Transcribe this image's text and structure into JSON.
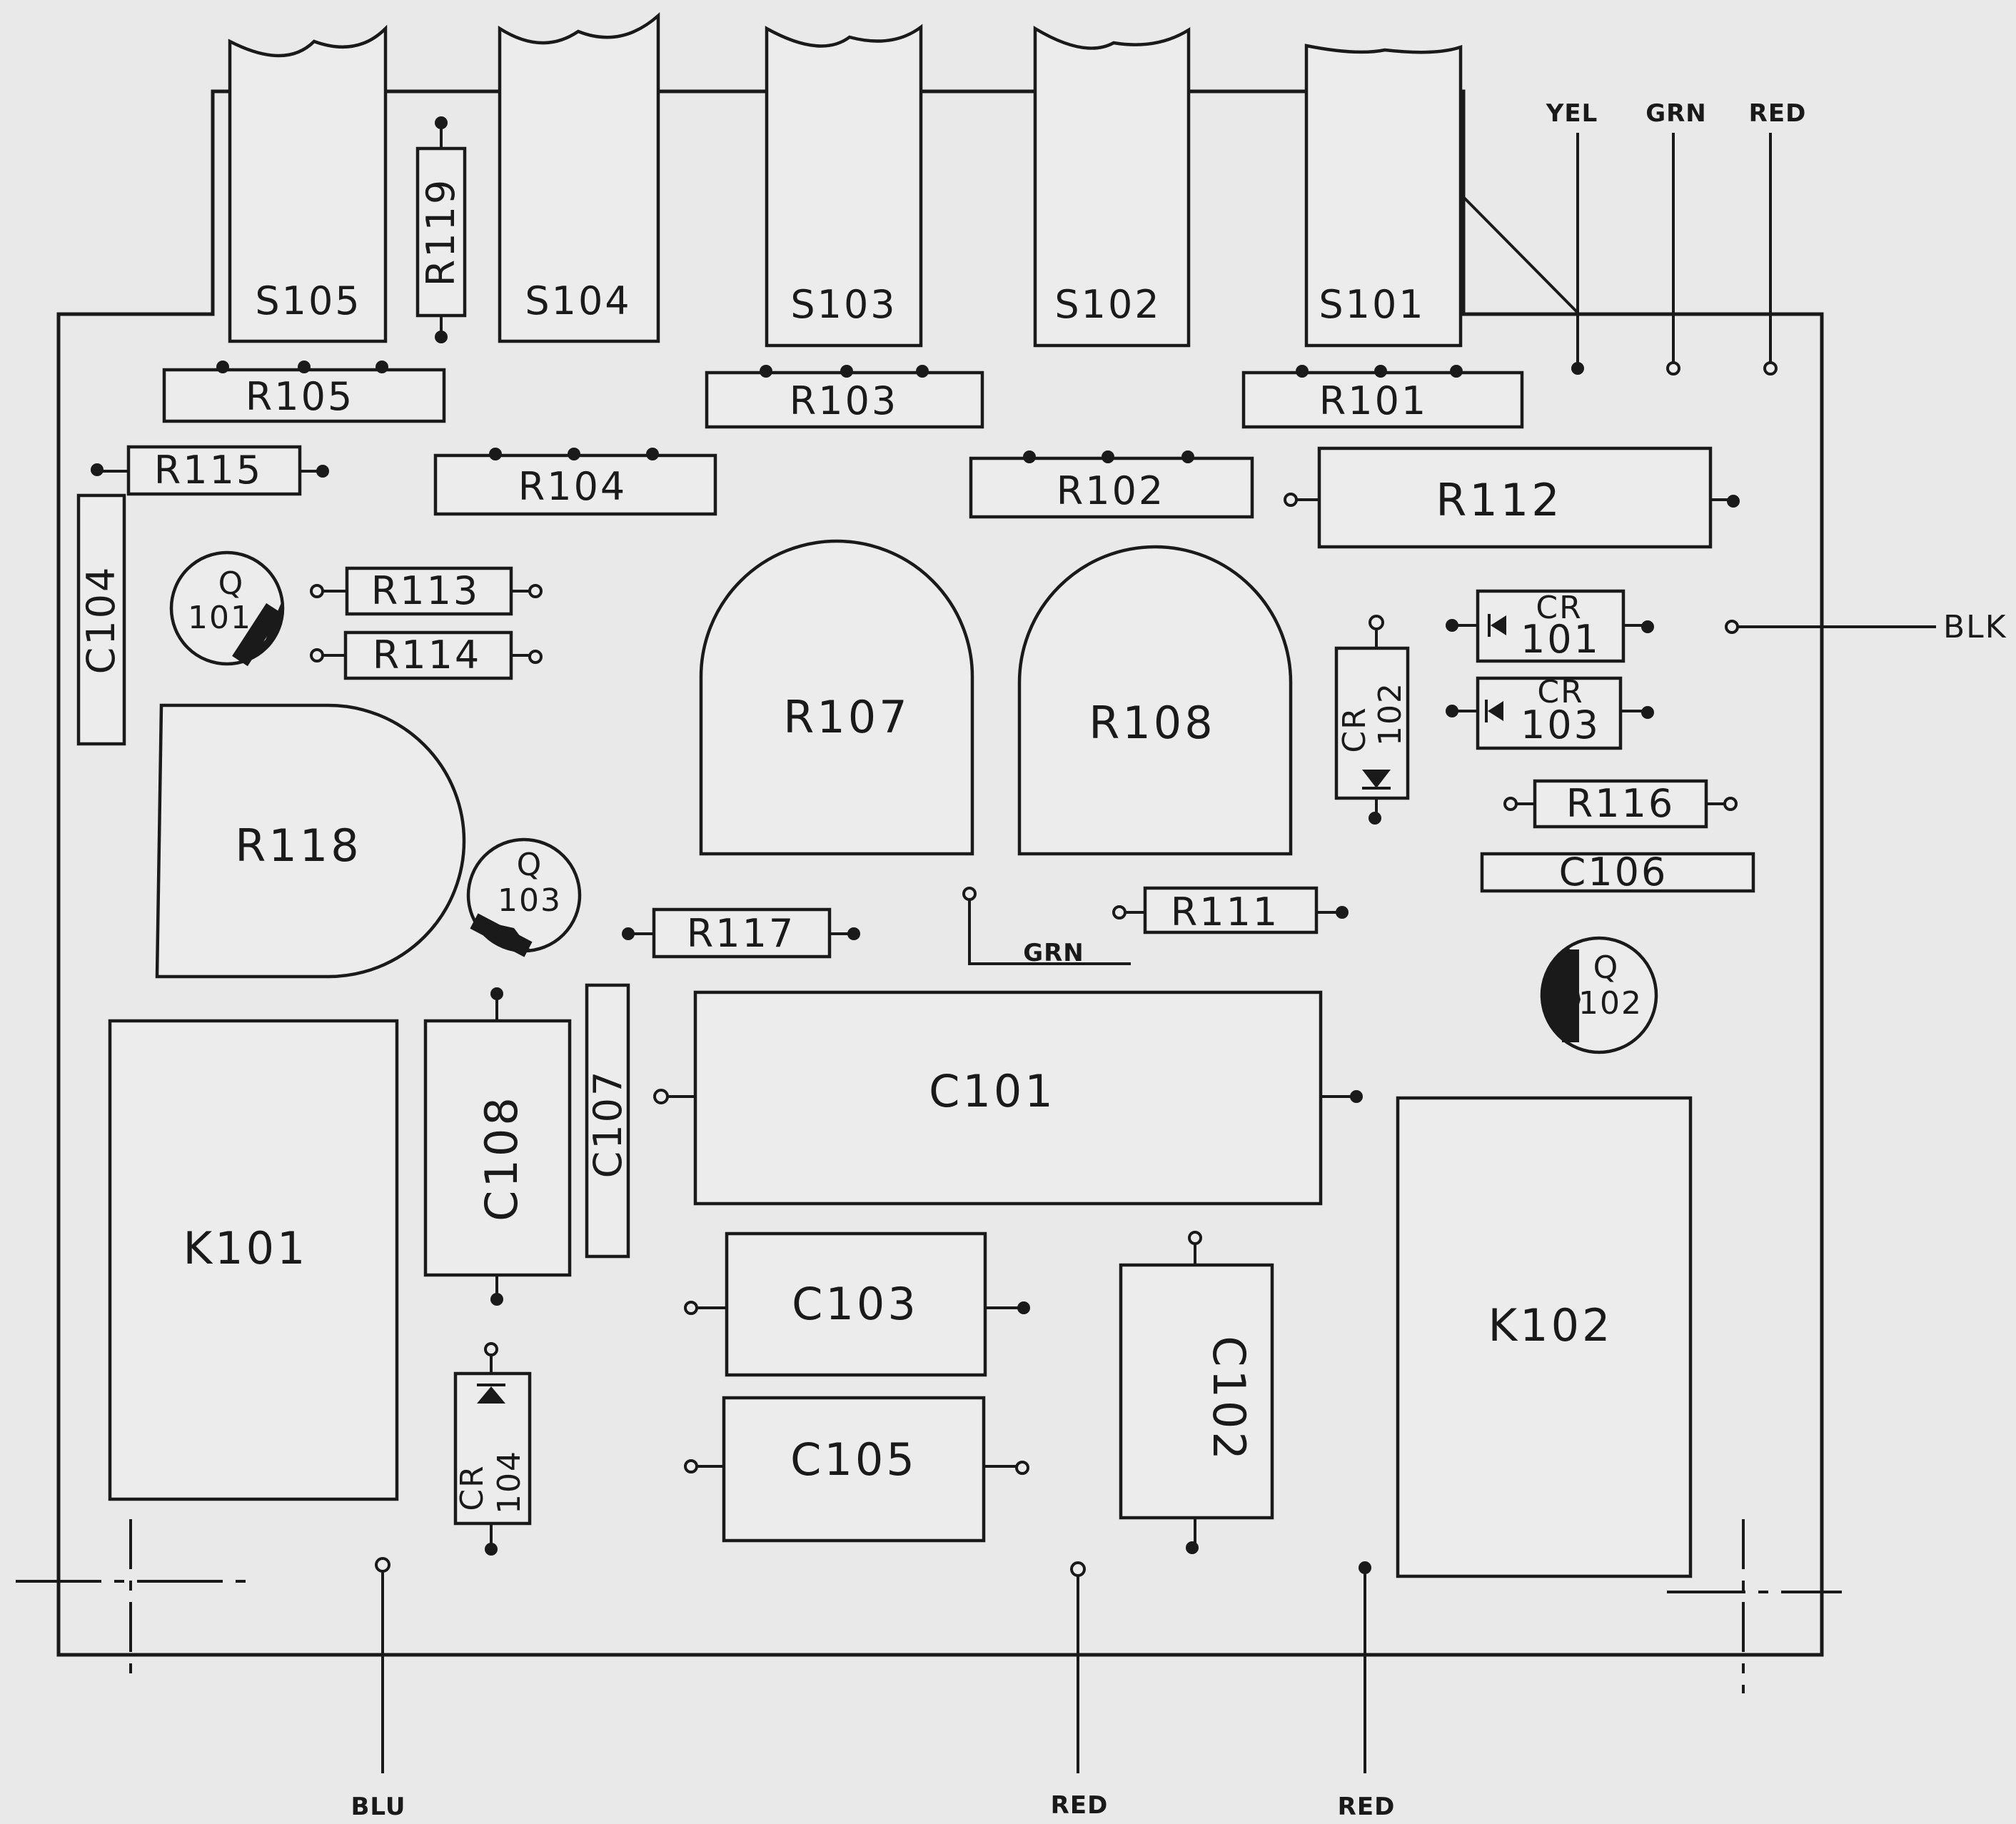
{
  "switches": [
    "S105",
    "S104",
    "S103",
    "S102",
    "S101"
  ],
  "resistors": {
    "R101": "R101",
    "R102": "R102",
    "R103": "R103",
    "R104": "R104",
    "R105": "R105",
    "R107": "R107",
    "R108": "R108",
    "R111": "R111",
    "R112": "R112",
    "R113": "R113",
    "R114": "R114",
    "R115": "R115",
    "R116": "R116",
    "R117": "R117",
    "R118": "R118",
    "R119": "R119"
  },
  "capacitors": {
    "C101": "C101",
    "C102": "C102",
    "C103": "C103",
    "C104": "C104",
    "C105": "C105",
    "C106": "C106",
    "C107": "C107",
    "C108": "C108"
  },
  "diodes": {
    "CR101": {
      "top": "CR",
      "bottom": "101"
    },
    "CR102": {
      "top": "CR",
      "bottom": "102"
    },
    "CR103": {
      "top": "CR",
      "bottom": "103"
    },
    "CR104": {
      "top": "CR",
      "bottom": "104"
    }
  },
  "transistors": {
    "Q101": {
      "top": "Q",
      "bottom": "101"
    },
    "Q102": {
      "top": "Q",
      "bottom": "102"
    },
    "Q103": {
      "top": "Q",
      "bottom": "103"
    }
  },
  "relays": {
    "K101": "K101",
    "K102": "K102"
  },
  "wires": {
    "yel": "YEL",
    "grn_top": "GRN",
    "red_top": "RED",
    "blk": "BLK",
    "grn_mid": "GRN",
    "blu": "BLU",
    "red_bottom_left": "RED",
    "red_bottom_right": "RED"
  }
}
